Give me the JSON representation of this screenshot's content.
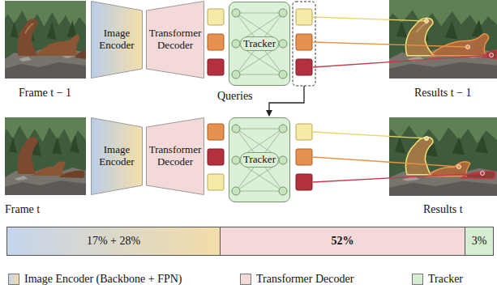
{
  "diagram": {
    "nodes": [
      {
        "text": [
          "Image Encoder"
        ]
      },
      {
        "text": [
          "Transformer Decoder"
        ]
      },
      {
        "text": [
          "Tracker"
        ]
      },
      {
        "text": [
          "Image Encoder"
        ]
      },
      {
        "text": [
          "Transformer Decoder"
        ]
      },
      {
        "text": [
          "Tracker"
        ]
      },
      {
        "text": [
          "17% + 28%"
        ]
      },
      {
        "text": [
          "52%"
        ]
      },
      {
        "text": [
          "3%"
        ]
      }
    ],
    "labels": [
      "Frame t − 1",
      "Queries",
      "Results t − 1",
      "Frame t",
      "Results t"
    ],
    "legend": [
      {
        "text": "Image Encoder (Backbone + FPN)"
      },
      {
        "text": "Transformer Decoder",
        "color": "#f4d9d9"
      },
      {
        "text": "Tracker",
        "color": "#d7edd3"
      }
    ]
  }
}
